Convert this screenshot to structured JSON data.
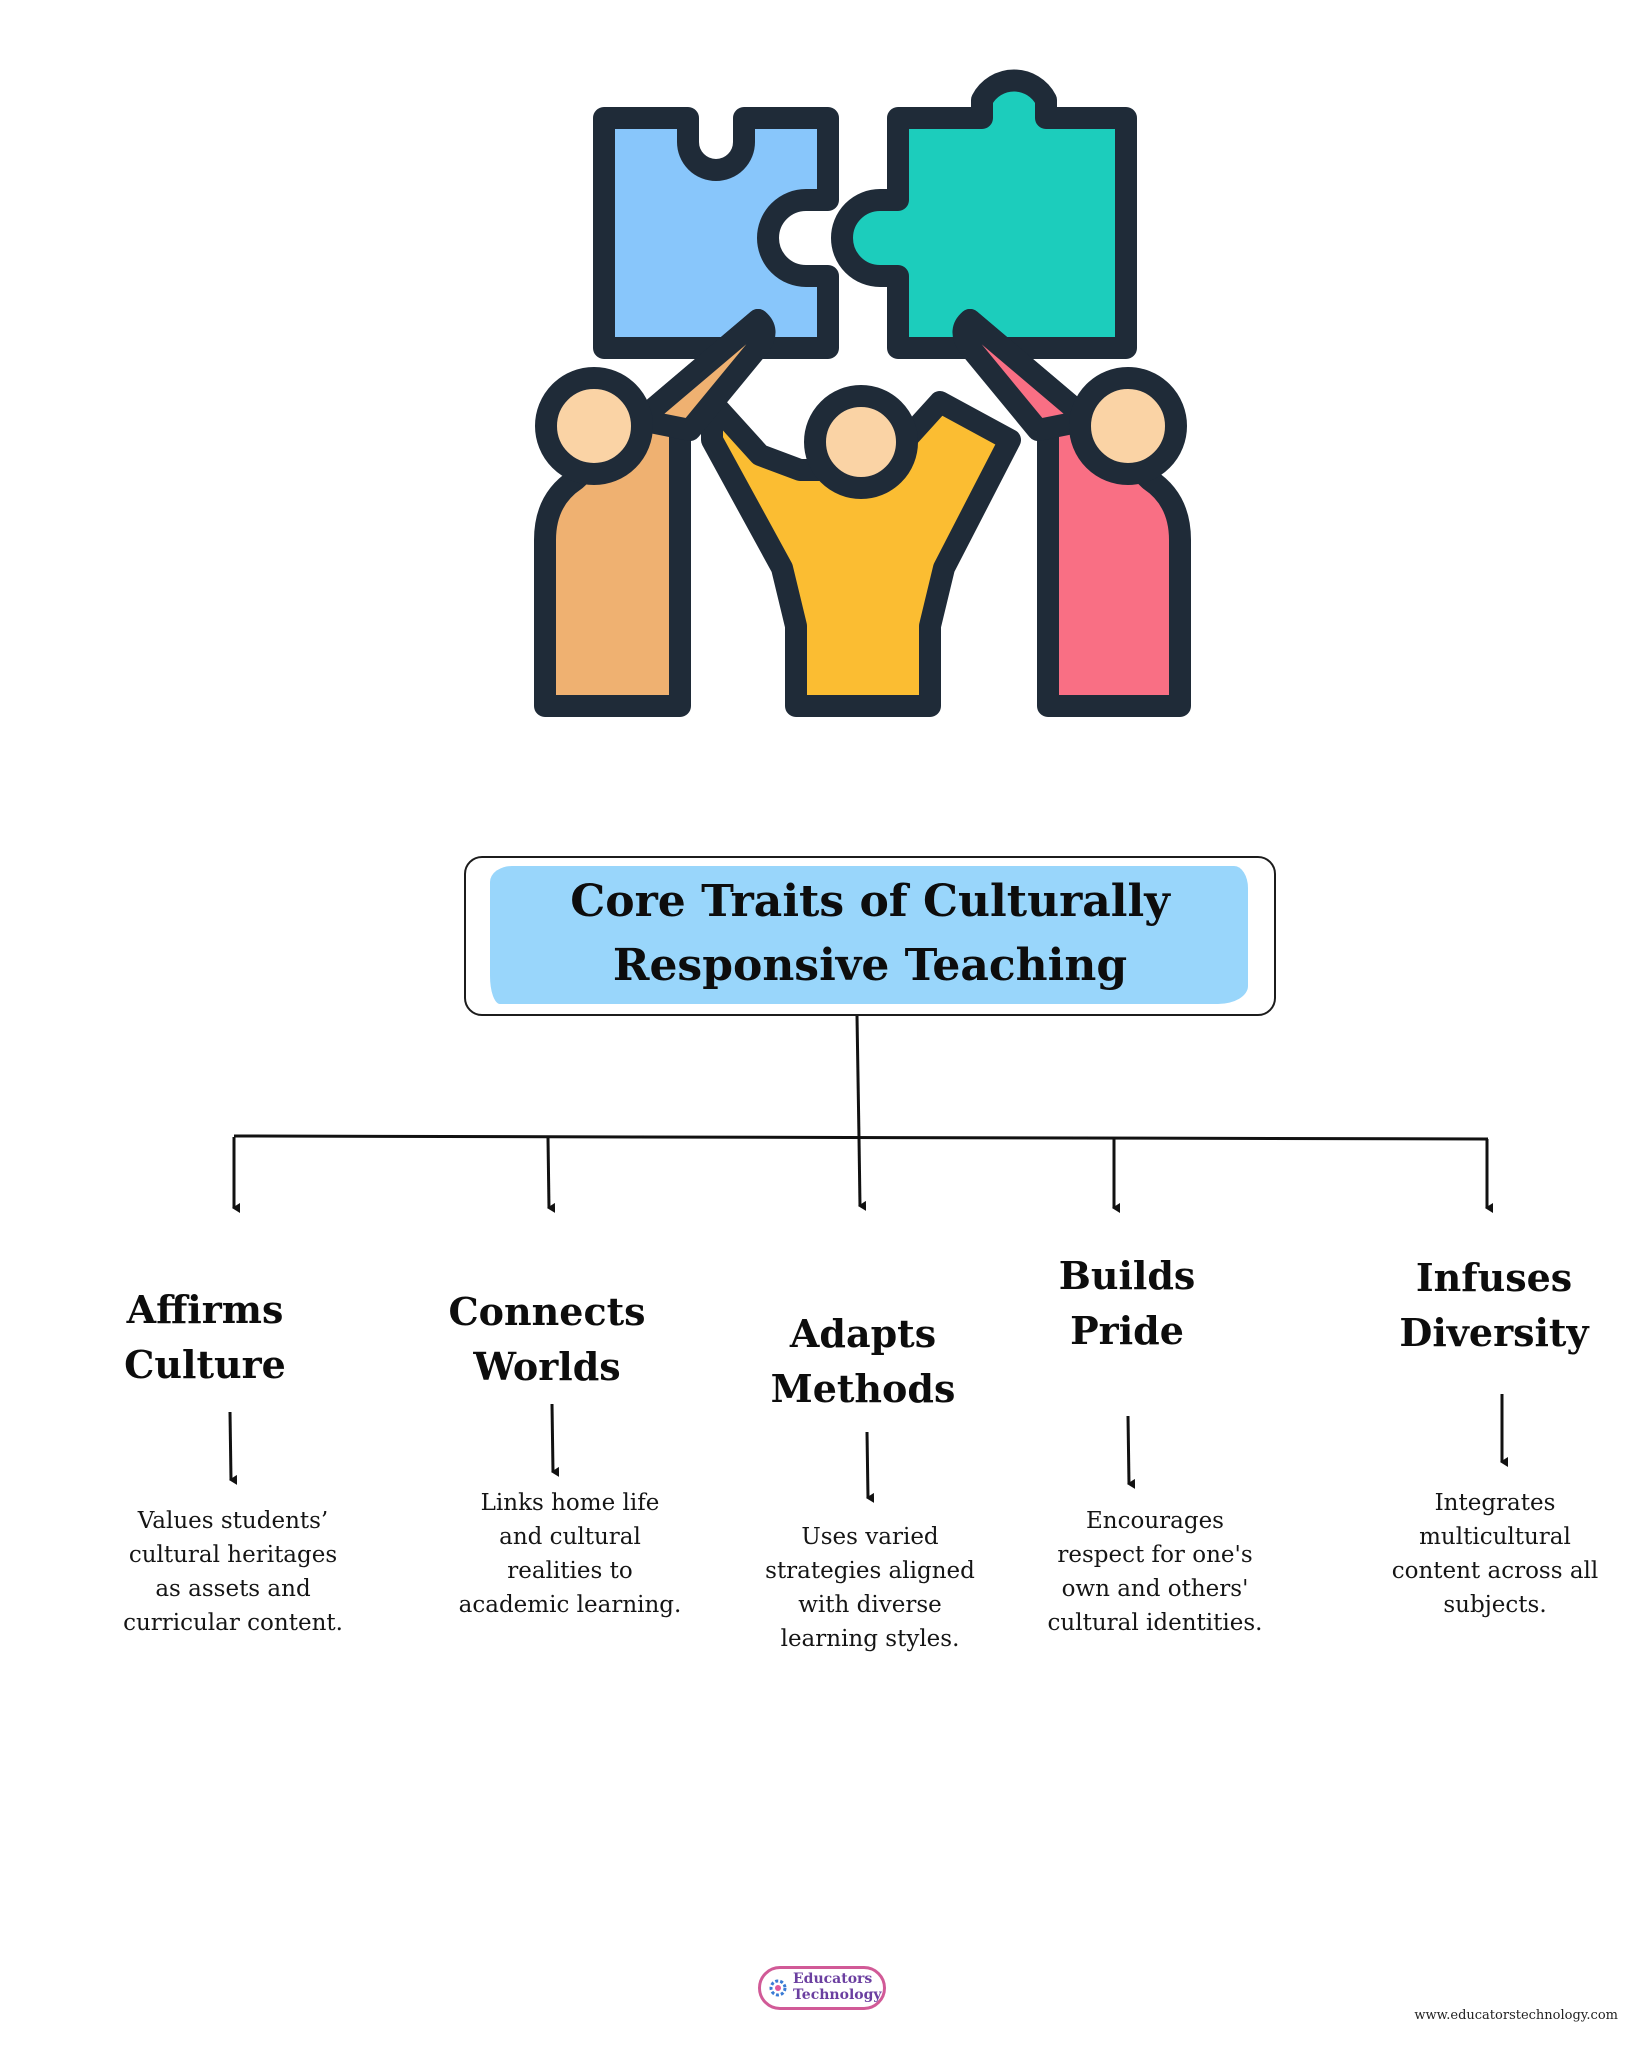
{
  "title": {
    "line1": "Core Traits of Culturally",
    "line2": "Responsive Teaching"
  },
  "traits": [
    {
      "title_line1": "Affirms",
      "title_line2": "Culture",
      "desc": [
        "Values students’",
        "cultural heritages",
        "as assets and",
        "curricular content."
      ]
    },
    {
      "title_line1": "Connects",
      "title_line2": "Worlds",
      "desc": [
        "Links home life",
        "and cultural",
        "realities to",
        "academic learning."
      ]
    },
    {
      "title_line1": "Adapts",
      "title_line2": "Methods",
      "desc": [
        "Uses varied",
        "strategies aligned",
        "with diverse",
        "learning styles."
      ]
    },
    {
      "title_line1": "Builds",
      "title_line2": "Pride",
      "desc": [
        "Encourages",
        "respect for one's",
        "own and others'",
        "cultural identities."
      ]
    },
    {
      "title_line1": "Infuses",
      "title_line2": "Diversity",
      "desc": [
        "Integrates",
        "multicultural",
        "content across all",
        "subjects."
      ]
    }
  ],
  "logo": {
    "line1": "Educators",
    "line2": "Technology"
  },
  "footer": {
    "url": "www.educatorstechnology.com"
  },
  "colors": {
    "outline": "#1f2b38",
    "piece_blue": "#88c6fb",
    "piece_teal": "#1ccdbc",
    "person_orange": "#efb171",
    "person_yellow": "#fbbd32",
    "person_pink": "#f96f84",
    "skin": "#fad3a5",
    "title_highlight": "#99d6fb",
    "logo_border": "#d15a97"
  }
}
